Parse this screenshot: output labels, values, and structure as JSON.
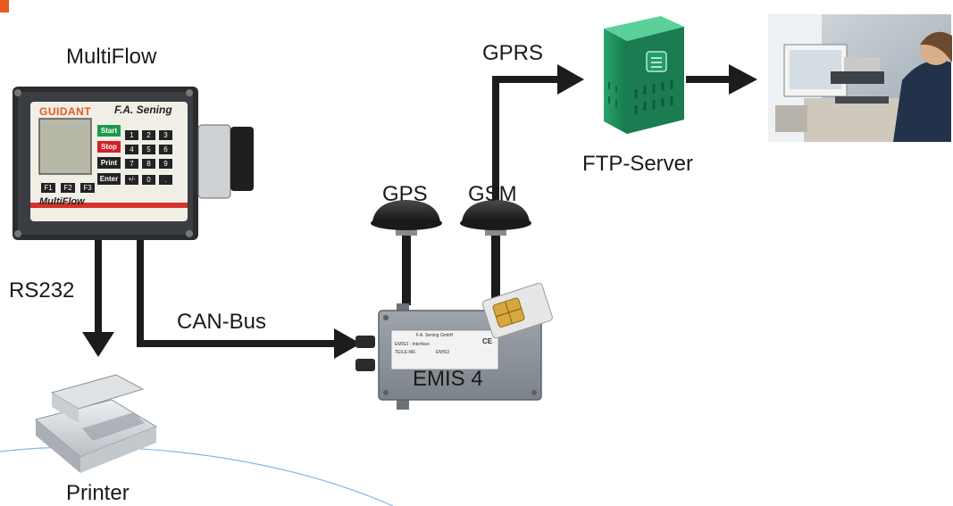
{
  "labels": {
    "multiflow": "MultiFlow",
    "rs232": "RS232",
    "can_bus": "CAN-Bus",
    "printer": "Printer",
    "gps": "GPS",
    "gsm": "GSM",
    "gprs": "GPRS",
    "ftp_server": "FTP-Server",
    "emis": "EMIS 4"
  },
  "device": {
    "brand": "GUIDANT",
    "maker": "F.A. Sening",
    "model": "MultiFlow",
    "keys": {
      "start": "Start",
      "stop": "Stop",
      "print": "Print",
      "enter": "Enter",
      "f1": "F1",
      "f2": "F2",
      "f3": "F3",
      "digits": [
        "1",
        "2",
        "3",
        "4",
        "5",
        "6",
        "7",
        "8",
        "9",
        "+/-",
        "0",
        "."
      ]
    }
  },
  "emis_plate": {
    "maker": "F.A. Sening GmbH",
    "line1": "EMIS3 - Interface",
    "line2": "TEILE-NR.",
    "line3": "EMIS3",
    "ce": "CE"
  },
  "colors": {
    "arrow": "#1c1c1c",
    "accent": "#e8581f",
    "server_green": "#1f8a5a",
    "start_key": "#1c9a4c",
    "stop_key": "#d3202a"
  }
}
